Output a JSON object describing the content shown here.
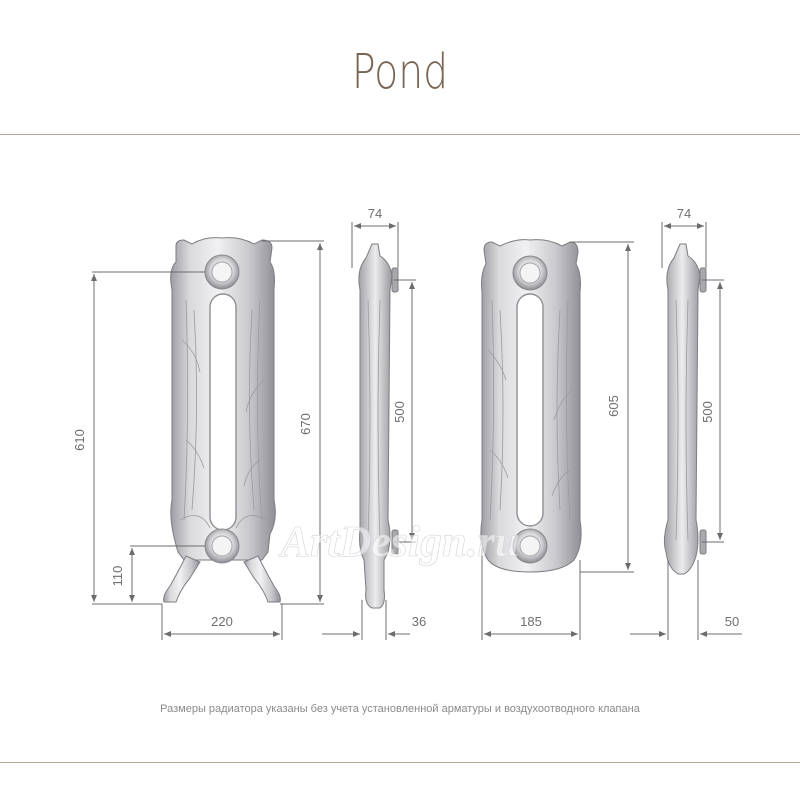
{
  "title": "Pond",
  "caption": "Размеры радиатора указаны без учета установленной арматуры и воздухоотводного клапана",
  "watermark": "ArtDesign.ru",
  "views": {
    "front_tall": {
      "height_total": "670",
      "height_axis": "610",
      "leg_height": "110",
      "width": "220"
    },
    "side_tall": {
      "depth": "74",
      "axis_distance": "500",
      "section_width": "36"
    },
    "front_short": {
      "height_total": "605",
      "width": "185"
    },
    "side_short": {
      "depth": "74",
      "axis_distance": "500",
      "section_width": "50"
    }
  },
  "colors": {
    "title": "#7a6552",
    "rule": "#b7a998",
    "dimension": "#6c6c6c",
    "metal_light": "#e6e6e8",
    "metal_dark": "#8c8c92"
  }
}
